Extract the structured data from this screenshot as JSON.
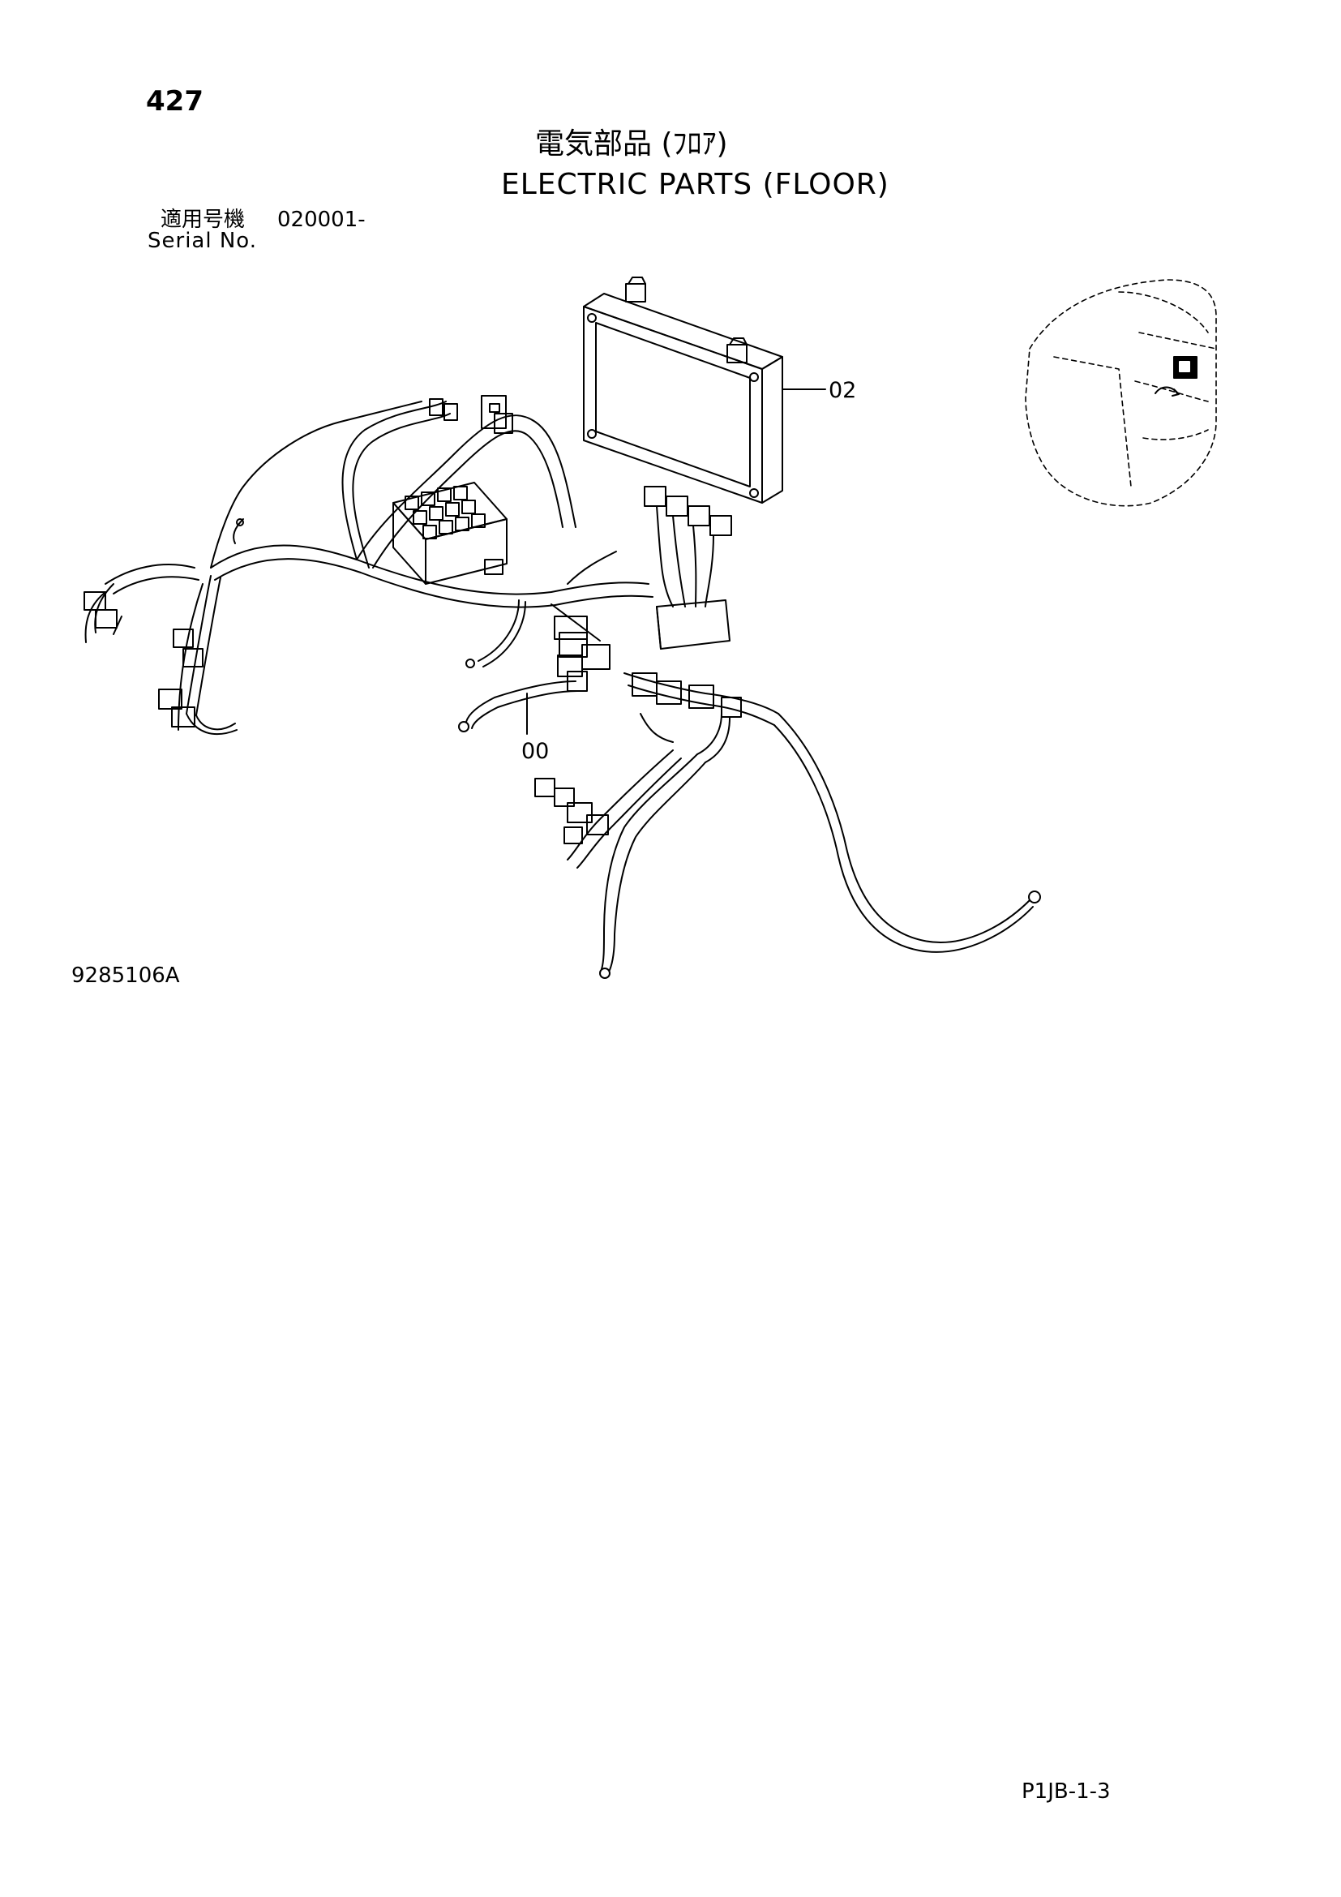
{
  "page_number": "427",
  "title": {
    "japanese": "電気部品 (ﾌﾛｱ)",
    "english": "ELECTRIC PARTS (FLOOR)"
  },
  "serial": {
    "label_japanese": "適用号機",
    "label_english": "Serial No.",
    "value": "020001-"
  },
  "callouts": [
    {
      "id": "02",
      "label": "02",
      "part": "controller-box"
    },
    {
      "id": "00",
      "label": "00",
      "part": "wire-harness"
    }
  ],
  "figure_code": "9285106A",
  "page_code": "P1JB-1-3"
}
